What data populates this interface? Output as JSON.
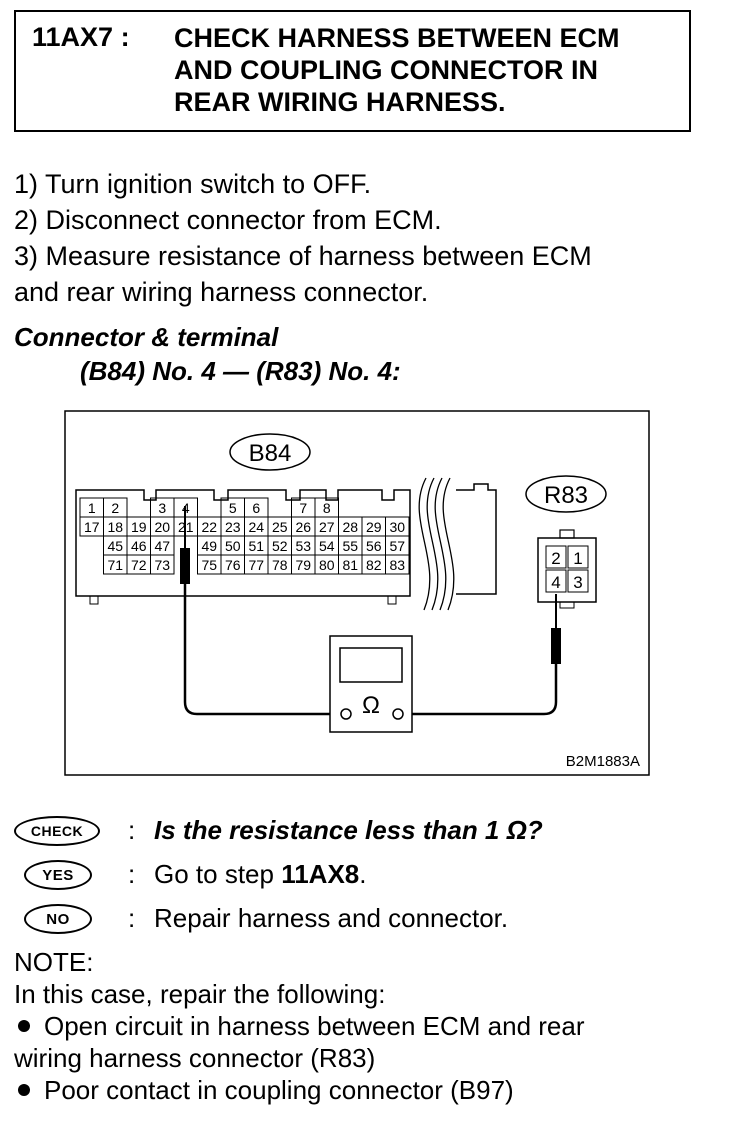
{
  "header": {
    "step_id": "11AX7 :",
    "title_line1": "CHECK HARNESS BETWEEN ECM",
    "title_line2": "AND COUPLING CONNECTOR IN",
    "title_line3": "REAR WIRING HARNESS."
  },
  "steps": [
    "1)  Turn ignition switch to OFF.",
    "2)  Disconnect connector from ECM.",
    "3)  Measure resistance of harness between ECM",
    "and rear wiring harness connector."
  ],
  "connector_terminal": {
    "label": "Connector & terminal",
    "spec": "(B84) No. 4 — (R83) No. 4:"
  },
  "diagram": {
    "ecm_connector": "B84",
    "rear_connector": "R83",
    "ohm_symbol": "Ω",
    "figure_code": "B2M1883A",
    "ecm_row1": [
      "1",
      "2",
      "",
      "3",
      "4",
      "",
      "5",
      "6",
      "",
      "7",
      "8",
      ""
    ],
    "ecm_row2": [
      "17",
      "18",
      "19",
      "20",
      "21",
      "22",
      "23",
      "24",
      "25",
      "26",
      "27",
      "28",
      "29",
      "30"
    ],
    "ecm_row3": [
      "",
      "45",
      "46",
      "47",
      "",
      "49",
      "50",
      "51",
      "52",
      "53",
      "54",
      "55",
      "56",
      "57"
    ],
    "ecm_row4": [
      "",
      "71",
      "72",
      "73",
      "",
      "75",
      "76",
      "77",
      "78",
      "79",
      "80",
      "81",
      "82",
      "83"
    ],
    "rear_terminals": [
      "2",
      "1",
      "4",
      "3"
    ]
  },
  "qa": {
    "check_badge": "CHECK",
    "check_text": "Is the resistance less than 1 Ω?",
    "yes_badge": "YES",
    "yes_text_prefix": "Go to step ",
    "yes_text_step": "11AX8",
    "yes_text_suffix": ".",
    "no_badge": "NO",
    "no_text": "Repair harness and connector.",
    "colon": ":"
  },
  "note": {
    "heading": "NOTE:",
    "intro": "In this case, repair the following:",
    "bullet1_line1": "Open circuit in harness between ECM and rear",
    "bullet1_line2": "wiring harness connector (R83)",
    "bullet2": "Poor contact in coupling connector (B97)"
  }
}
